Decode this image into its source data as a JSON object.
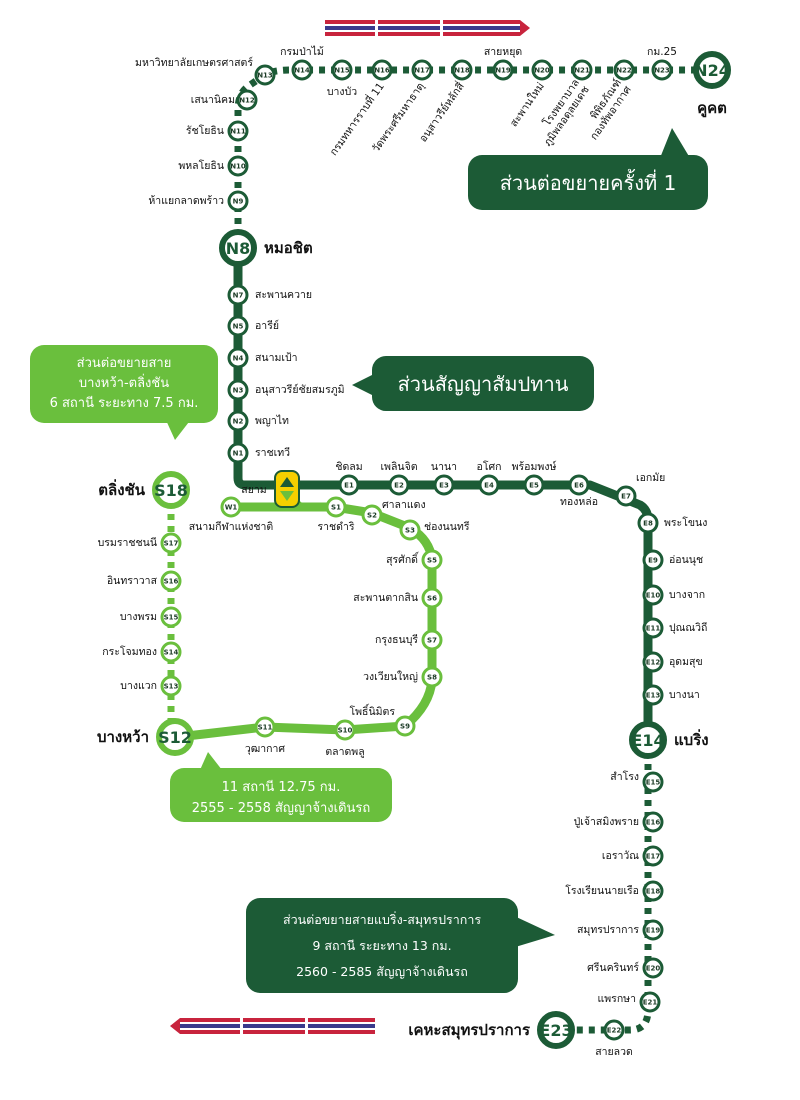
{
  "colors": {
    "dark_line": "#1c5b36",
    "light_line": "#6abf3d",
    "dark_callout": "#1c5b36",
    "light_callout": "#6abf3d",
    "interchange": "#f5d000",
    "train_red": "#c8243d",
    "train_blue": "#3a3a8c"
  },
  "stations": {
    "N24": {
      "code": "N24",
      "name": "คูคต"
    },
    "N23": {
      "code": "N23",
      "name": "กม.25"
    },
    "N22": {
      "code": "N22",
      "name": "พิพิธภัณฑ์ กองทัพอากาศ"
    },
    "N21": {
      "code": "N21",
      "name": "โรงพยาบาล ภูมิพลอดุลยเดช"
    },
    "N20": {
      "code": "N20",
      "name": "สะพานใหม่"
    },
    "N19": {
      "code": "N19",
      "name": "สายหยุด"
    },
    "N18": {
      "code": "N18",
      "name": "อนุสาวรีย์หลักสี่"
    },
    "N17": {
      "code": "N17",
      "name": "วัดพระศรีมหาธาตุ"
    },
    "N16": {
      "code": "N16",
      "name": "กรมทหารราบที่ 11"
    },
    "N15": {
      "code": "N15",
      "name": "บางบัว"
    },
    "N14": {
      "code": "N14",
      "name": "กรมป่าไม้"
    },
    "N13": {
      "code": "N13",
      "name": "มหาวิทยาลัยเกษตรศาสตร์"
    },
    "N12": {
      "code": "N12",
      "name": "เสนานิคม"
    },
    "N11": {
      "code": "N11",
      "name": "รัชโยธิน"
    },
    "N10": {
      "code": "N10",
      "name": "พหลโยธิน"
    },
    "N9": {
      "code": "N9",
      "name": "ห้าแยกลาดพร้าว"
    },
    "N8": {
      "code": "N8",
      "name": "หมอชิต"
    },
    "N7": {
      "code": "N7",
      "name": "สะพานควาย"
    },
    "N5": {
      "code": "N5",
      "name": "อารีย์"
    },
    "N4": {
      "code": "N4",
      "name": "สนามเป้า"
    },
    "N3": {
      "code": "N3",
      "name": "อนุสาวรีย์ชัยสมรภูมิ"
    },
    "N2": {
      "code": "N2",
      "name": "พญาไท"
    },
    "N1": {
      "code": "N1",
      "name": "ราชเทวี"
    },
    "CEN": {
      "code": "",
      "name": "สยาม"
    },
    "E1": {
      "code": "E1",
      "name": "ชิดลม"
    },
    "E2": {
      "code": "E2",
      "name": "เพลินจิต"
    },
    "E3": {
      "code": "E3",
      "name": "นานา"
    },
    "E4": {
      "code": "E4",
      "name": "อโศก"
    },
    "E5": {
      "code": "E5",
      "name": "พร้อมพงษ์"
    },
    "E6": {
      "code": "E6",
      "name": "ทองหล่อ"
    },
    "E7": {
      "code": "E7",
      "name": "เอกมัย"
    },
    "E8": {
      "code": "E8",
      "name": "พระโขนง"
    },
    "E9": {
      "code": "E9",
      "name": "อ่อนนุช"
    },
    "E10": {
      "code": "E10",
      "name": "บางจาก"
    },
    "E11": {
      "code": "E11",
      "name": "ปุณณวิถี"
    },
    "E12": {
      "code": "E12",
      "name": "อุดมสุข"
    },
    "E13": {
      "code": "E13",
      "name": "บางนา"
    },
    "E14": {
      "code": "E14",
      "name": "แบริ่ง"
    },
    "E15": {
      "code": "E15",
      "name": "สำโรง"
    },
    "E16": {
      "code": "E16",
      "name": "ปู่เจ้าสมิงพราย"
    },
    "E17": {
      "code": "E17",
      "name": "เอราวัณ"
    },
    "E18": {
      "code": "E18",
      "name": "โรงเรียนนายเรือ"
    },
    "E19": {
      "code": "E19",
      "name": "สมุทรปราการ"
    },
    "E20": {
      "code": "E20",
      "name": "ศรีนครินทร์"
    },
    "E21": {
      "code": "E21",
      "name": "แพรกษา"
    },
    "E22": {
      "code": "E22",
      "name": "สายลวด"
    },
    "E23": {
      "code": "E23",
      "name": "เคหะสมุทรปราการ"
    },
    "W1": {
      "code": "W1",
      "name": "สนามกีฬาแห่งชาติ"
    },
    "S1": {
      "code": "S1",
      "name": "ราชดำริ"
    },
    "S2": {
      "code": "S2",
      "name": "ศาลาแดง"
    },
    "S3": {
      "code": "S3",
      "name": "ช่องนนทรี"
    },
    "S5": {
      "code": "S5",
      "name": "สุรศักดิ์"
    },
    "S6": {
      "code": "S6",
      "name": "สะพานตากสิน"
    },
    "S7": {
      "code": "S7",
      "name": "กรุงธนบุรี"
    },
    "S8": {
      "code": "S8",
      "name": "วงเวียนใหญ่"
    },
    "S9": {
      "code": "S9",
      "name": "โพธิ์นิมิตร"
    },
    "S10": {
      "code": "S10",
      "name": "ตลาดพลู"
    },
    "S11": {
      "code": "S11",
      "name": "วุฒากาศ"
    },
    "S12": {
      "code": "S12",
      "name": "บางหว้า"
    },
    "S13": {
      "code": "S13",
      "name": "บางแวก"
    },
    "S14": {
      "code": "S14",
      "name": "กระโจมทอง"
    },
    "S15": {
      "code": "S15",
      "name": "บางพรม"
    },
    "S16": {
      "code": "S16",
      "name": "อินทราวาส"
    },
    "S17": {
      "code": "S17",
      "name": "บรมราชชนนี"
    },
    "S18": {
      "code": "S18",
      "name": "ตลิ่งชัน"
    }
  },
  "callouts": {
    "concession": {
      "lines": [
        "ส่วนสัญญาสัมปทาน"
      ]
    },
    "north_ext": {
      "lines": [
        "ส่วนต่อขยายครั้งที่ 1"
      ]
    },
    "silom_west_ext": {
      "lines": [
        "ส่วนต่อขยายสาย",
        "บางหว้า-ตลิ่งชัน",
        "6 สถานี ระยะทาง 7.5 กม."
      ]
    },
    "silom_contract": {
      "lines": [
        "11 สถานี 12.75 กม.",
        "2555 - 2558 สัญญาจ้างเดินรถ"
      ]
    },
    "east_ext": {
      "lines": [
        "ส่วนต่อขยายสายแบริ่ง-สมุทรปราการ",
        "9 สถานี ระยะทาง 13 กม.",
        "2560 - 2585 สัญญาจ้างเดินรถ"
      ]
    }
  },
  "trains": [
    "train-icon-top",
    "train-icon-bottom"
  ]
}
